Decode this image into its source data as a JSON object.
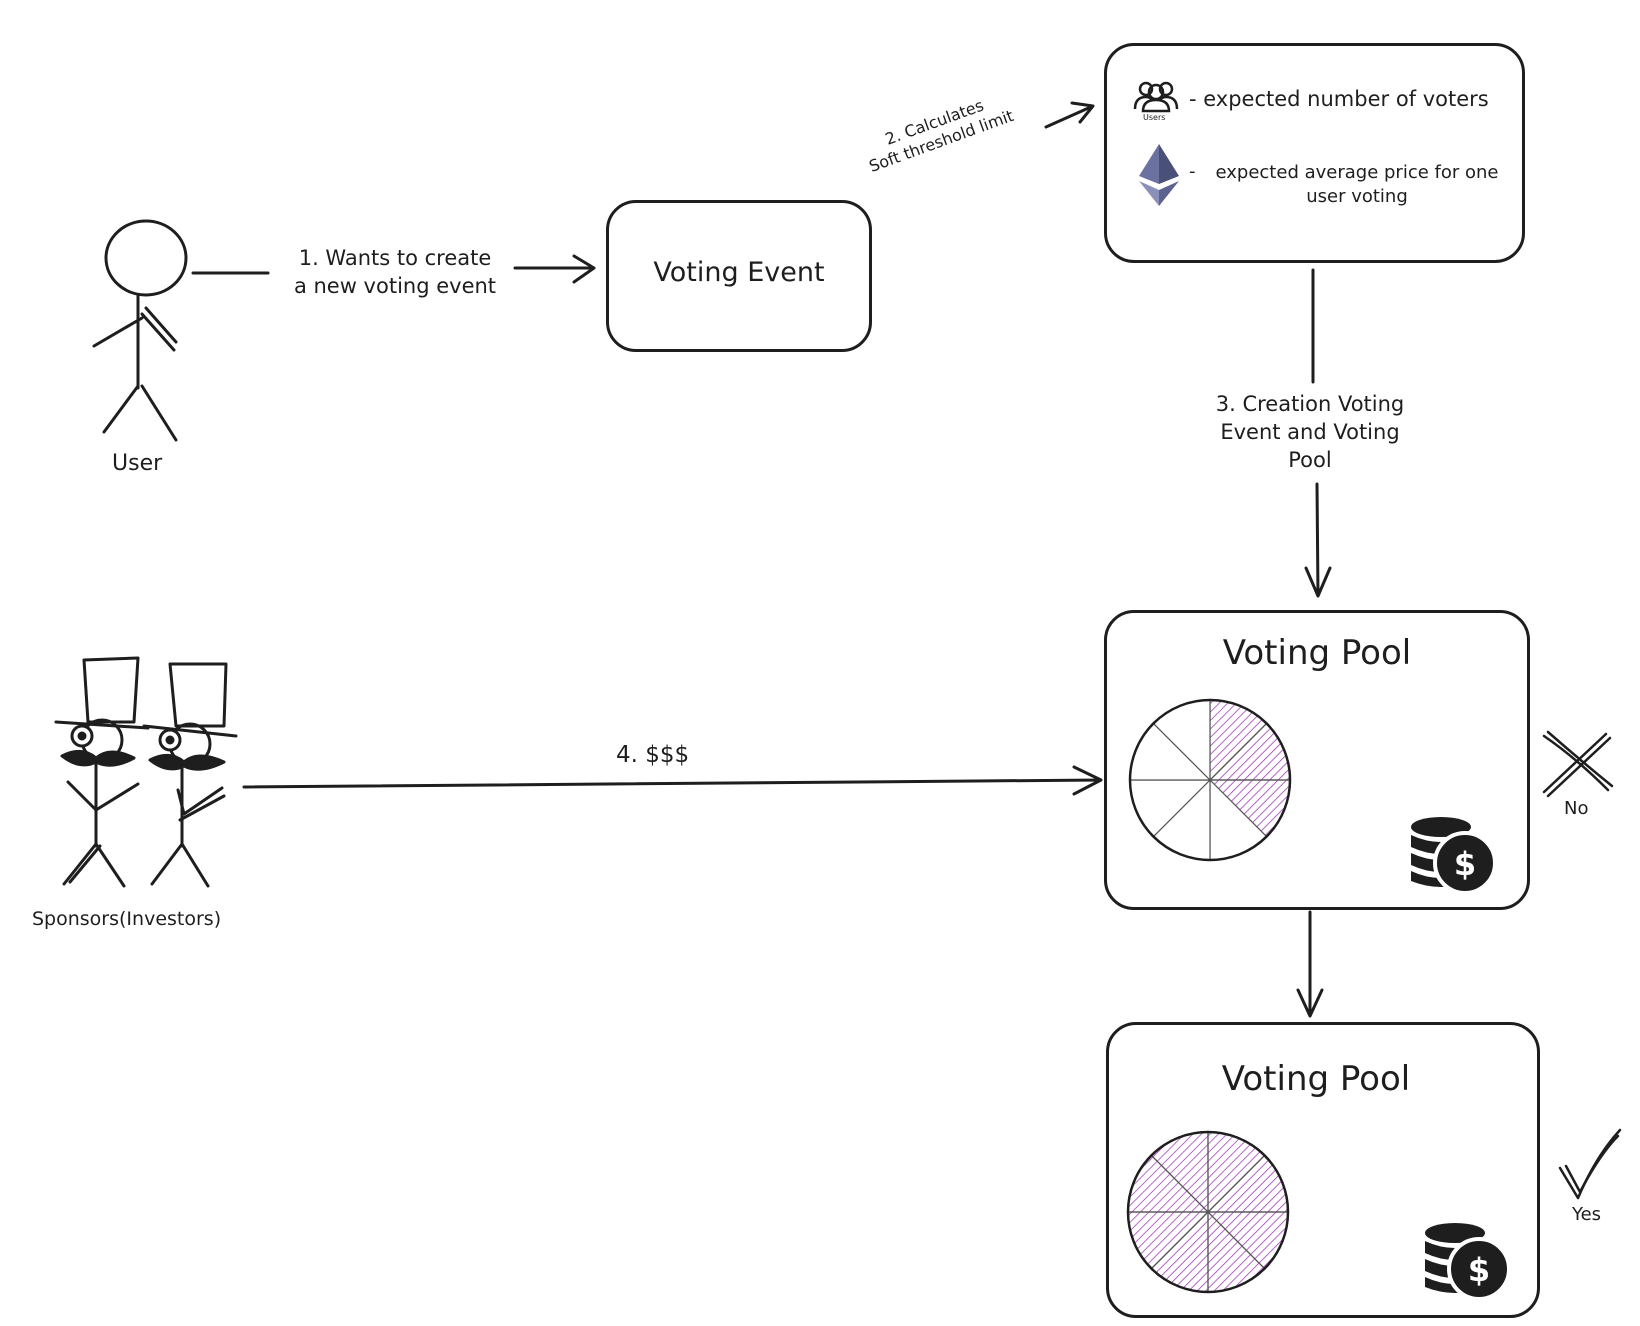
{
  "actors": {
    "user_label": "User",
    "sponsors_label": "Sponsors(Investors)"
  },
  "steps": {
    "step1_line1": "1. Wants to create",
    "step1_line2": "a new voting event",
    "step2_line1": "2. Calculates",
    "step2_line2": "Soft threshold limit",
    "step3_line1": "3. Creation Voting",
    "step3_line2": "Event  and Voting",
    "step3_line3": "Pool",
    "step4": "4. $$$"
  },
  "voting_event": {
    "title": "Voting Event"
  },
  "calc_box": {
    "users_icon_caption": "Users",
    "voters_text": "- expected number of voters",
    "price_text_dash": "-",
    "price_text_line1": "expected average price for one",
    "price_text_line2": "user voting"
  },
  "pool_no": {
    "title": "Voting Pool",
    "filled_slices": 3,
    "total_slices": 8,
    "outcome": "No"
  },
  "pool_yes": {
    "title": "Voting Pool",
    "filled_slices": 8,
    "total_slices": 8,
    "outcome": "Yes"
  },
  "icons": {
    "user": "stick-figure-icon",
    "sponsor": "top-hat-stick-figure-icon",
    "users": "users-group-icon",
    "eth": "ethereum-icon",
    "coins": "coin-stack-dollar-icon",
    "no": "cross-icon",
    "yes": "checkmark-icon"
  },
  "colors": {
    "stroke": "#1e1e1e",
    "fill_hatch": "#9c36b5",
    "eth_dark": "#4a5078",
    "eth_light": "#8a90b8"
  }
}
